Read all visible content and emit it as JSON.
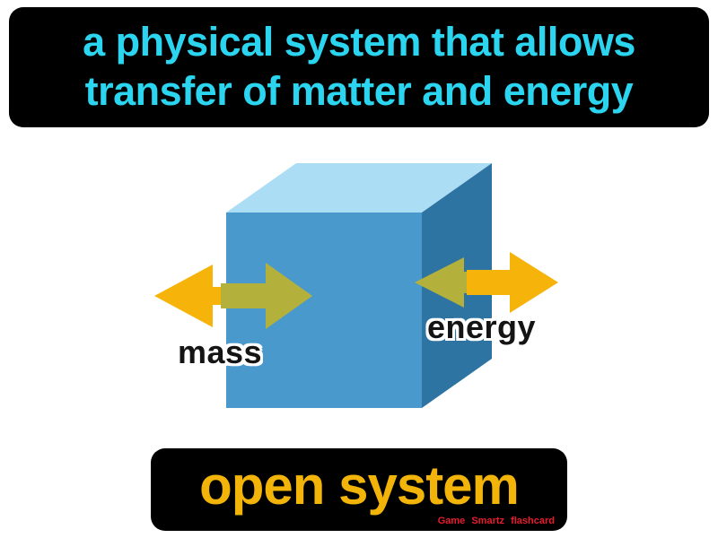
{
  "definition": {
    "line1": "a physical system that allows",
    "line2": "transfer of matter and energy"
  },
  "diagram": {
    "mass_label": "mass",
    "energy_label": "energy"
  },
  "term": {
    "title": "open system",
    "credit": "Game Smartz flashcard"
  },
  "colors": {
    "page_bg": "#ffffff",
    "banner_bg": "#000000",
    "definition_text": "#2bd4ef",
    "term_text": "#f2b408",
    "credit_text": "#e81c2e",
    "label_text": "#141414",
    "cube_top": "#abddf4",
    "cube_front": "#4a99cd",
    "cube_side": "#2e74a3",
    "arrow_yellow": "#f6b40b",
    "arrow_olive": "#b3b13b"
  }
}
